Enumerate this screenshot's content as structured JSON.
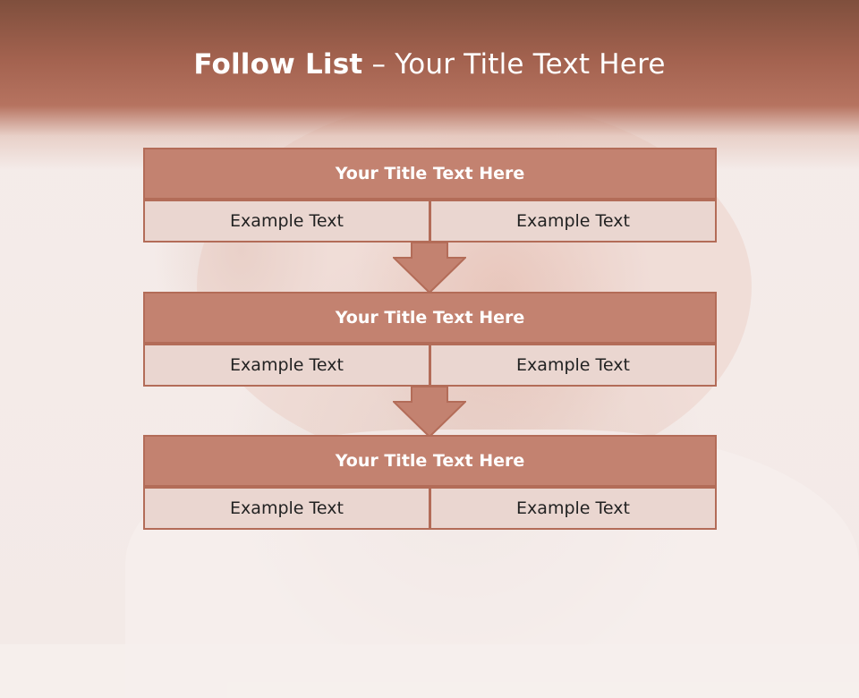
{
  "slide": {
    "title_bold": "Follow List",
    "title_rest": " – Your Title Text Here"
  },
  "flow": {
    "steps": [
      {
        "title": "Your Title Text Here",
        "left": "Example Text",
        "right": "Example Text"
      },
      {
        "title": "Your Title Text Here",
        "left": "Example Text",
        "right": "Example Text"
      },
      {
        "title": "Your Title Text Here",
        "left": "Example Text",
        "right": "Example Text"
      }
    ]
  },
  "colors": {
    "banner": "#a3624f",
    "header_fill": "#c38270",
    "cell_fill": "#ead6d0",
    "border": "#b36c58"
  }
}
